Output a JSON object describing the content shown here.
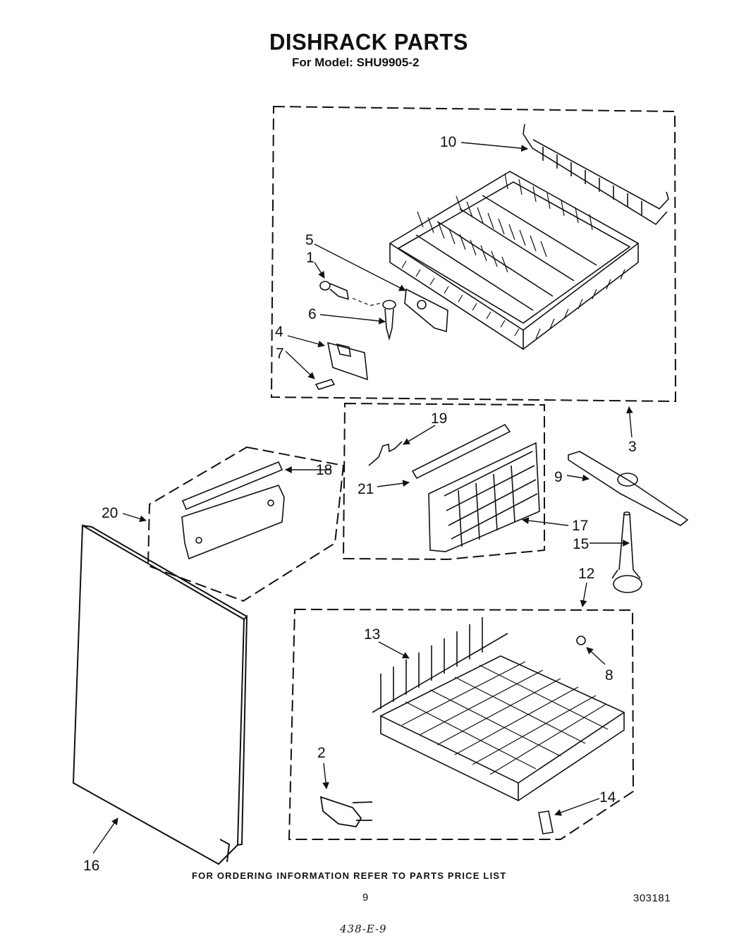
{
  "header": {
    "title": "DISHRACK PARTS",
    "model_line": "For Model: SHU9905-2"
  },
  "callouts": [
    {
      "id": "1",
      "label": "1"
    },
    {
      "id": "2",
      "label": "2"
    },
    {
      "id": "3",
      "label": "3"
    },
    {
      "id": "4",
      "label": "4"
    },
    {
      "id": "5",
      "label": "5"
    },
    {
      "id": "6",
      "label": "6"
    },
    {
      "id": "7",
      "label": "7"
    },
    {
      "id": "8",
      "label": "8"
    },
    {
      "id": "9",
      "label": "9"
    },
    {
      "id": "10",
      "label": "10"
    },
    {
      "id": "12",
      "label": "12"
    },
    {
      "id": "13",
      "label": "13"
    },
    {
      "id": "14",
      "label": "14"
    },
    {
      "id": "15",
      "label": "15"
    },
    {
      "id": "16",
      "label": "16"
    },
    {
      "id": "17",
      "label": "17"
    },
    {
      "id": "18",
      "label": "18"
    },
    {
      "id": "19",
      "label": "19"
    },
    {
      "id": "20",
      "label": "20"
    },
    {
      "id": "21",
      "label": "21"
    }
  ],
  "footer": {
    "ordering_note": "FOR ORDERING INFORMATION REFER TO PARTS PRICE LIST",
    "page_number": "9",
    "document_code": "303181",
    "handwritten_note": "438-E-9"
  }
}
